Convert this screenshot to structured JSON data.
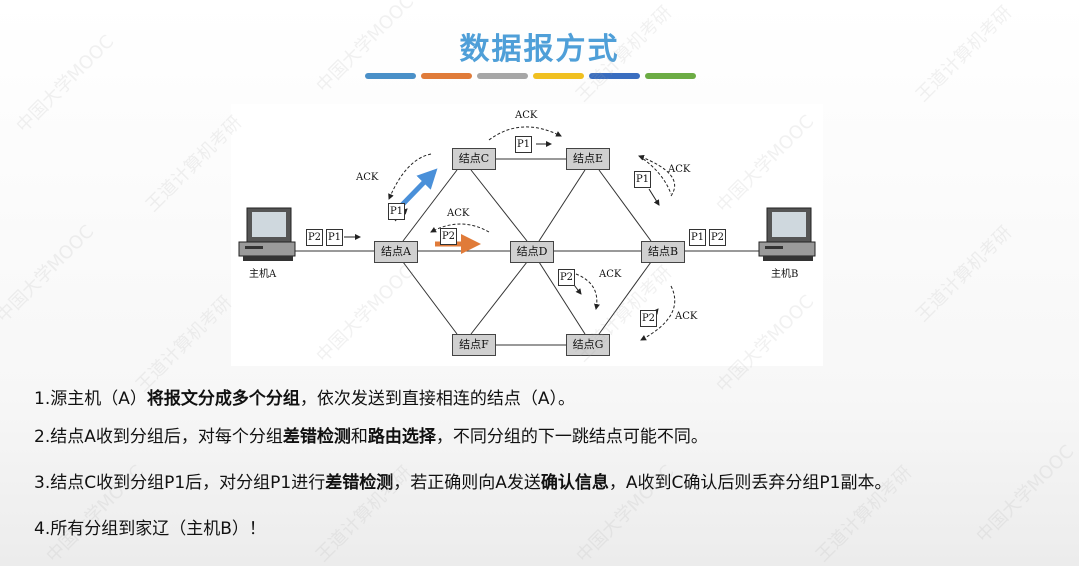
{
  "title": "数据报方式",
  "title_bar_colors": [
    "#4a90c8",
    "#e07b39",
    "#a6a6a6",
    "#f0c020",
    "#3a6ec0",
    "#6cac44"
  ],
  "diagram": {
    "nodes": {
      "A": "结点A",
      "B": "结点B",
      "C": "结点C",
      "D": "结点D",
      "E": "结点E",
      "F": "结点F",
      "G": "结点G"
    },
    "hosts": {
      "left": "主机A",
      "right": "主机B"
    },
    "packets": {
      "p1": "P1",
      "p2": "P2"
    },
    "ack": "ACK",
    "arrow_colors": {
      "blue": "#4a90d9",
      "orange": "#e07b39"
    }
  },
  "steps": [
    {
      "num": "1.",
      "parts": [
        {
          "t": "源主机（A）",
          "b": false
        },
        {
          "t": "将报文分成多个分组",
          "b": true
        },
        {
          "t": "，依次发送到直接相连的结点（A）。",
          "b": false
        }
      ]
    },
    {
      "num": "2.",
      "parts": [
        {
          "t": "结点A收到分组后，对每个分组",
          "b": false
        },
        {
          "t": "差错检测",
          "b": true
        },
        {
          "t": "和",
          "b": false
        },
        {
          "t": "路由选择",
          "b": true
        },
        {
          "t": "，不同分组的下一跳结点可能不同。",
          "b": false
        }
      ]
    },
    {
      "num": "3.",
      "parts": [
        {
          "t": "结点C收到分组P1后，对分组P1进行",
          "b": false
        },
        {
          "t": "差错检测",
          "b": true
        },
        {
          "t": "，若正确则向A发送",
          "b": false
        },
        {
          "t": "确认信息",
          "b": true
        },
        {
          "t": "，A收到C确认后则丢弃分组P1副本。",
          "b": false
        }
      ]
    },
    {
      "num": "4.",
      "parts": [
        {
          "t": "所有分组到家辽（主机B）！",
          "b": false
        }
      ]
    }
  ],
  "watermarks": [
    "中国大学MOOC",
    "王道计算机考研"
  ]
}
